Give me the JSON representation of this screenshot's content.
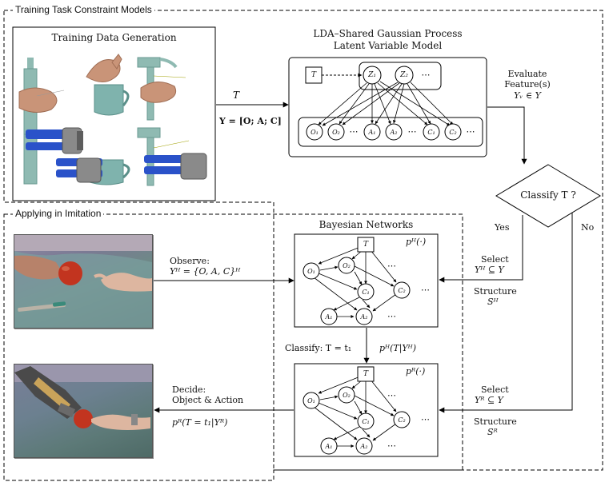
{
  "regions": {
    "training": "Training Task Constraint Models",
    "imitation": "Applying in Imitation"
  },
  "training_data": {
    "title": "Training Data Generation"
  },
  "lda": {
    "title_line1": "LDA–Shared Gaussian Process",
    "title_line2": "Latent Variable Model",
    "nodes": {
      "T": "T",
      "Z1": "Z₁",
      "Z2": "Z₂",
      "ellipsis": "⋯",
      "O1": "O₁",
      "O2": "O₂",
      "A1": "A₁",
      "A2": "A₂",
      "C1": "C₁",
      "C2": "C₂"
    }
  },
  "arrow_T": {
    "top": "T",
    "eq": "Y = [O; A; C]"
  },
  "evaluate": {
    "line1": "Evaluate",
    "line2": "Feature(s)",
    "line3": "Yᵥ ∈ Y"
  },
  "classify": {
    "label": "Classify T ?",
    "yes": "Yes",
    "no": "No"
  },
  "bayes": {
    "title": "Bayesian Networks",
    "pH": "pᴴ(·)",
    "pR": "pᴿ(·)",
    "nodes": {
      "T": "T",
      "O1": "O₁",
      "O2": "O₂",
      "C1": "C₁",
      "C2": "C₂",
      "A1": "A₁",
      "A2": "A₂",
      "ellipsis": "⋯"
    }
  },
  "observe": {
    "line1": "Observe:",
    "line2": "Yᴴ = {O, A, C}ᴴ"
  },
  "select_H": {
    "line1": "Select",
    "line2": "Yᴴ ⊆ Y",
    "line3": "Structure",
    "line4": "Sᴴ"
  },
  "select_R": {
    "line1": "Select",
    "line2": "Yᴿ ⊆ Y",
    "line3": "Structure",
    "line4": "Sᴿ"
  },
  "classify_mid": {
    "left": "Classify: T = t₁",
    "right": "pᴴ(T|Yᴴ)"
  },
  "decide": {
    "line1": "Decide:",
    "line2": "Object & Action",
    "line3": "pᴿ(T = t₁|Yᴿ)"
  },
  "colors": {
    "robot_blue": "#2a52c9",
    "apple_red": "#c2341f",
    "mug_teal": "#7fb3ad",
    "skin": "#c99478"
  }
}
